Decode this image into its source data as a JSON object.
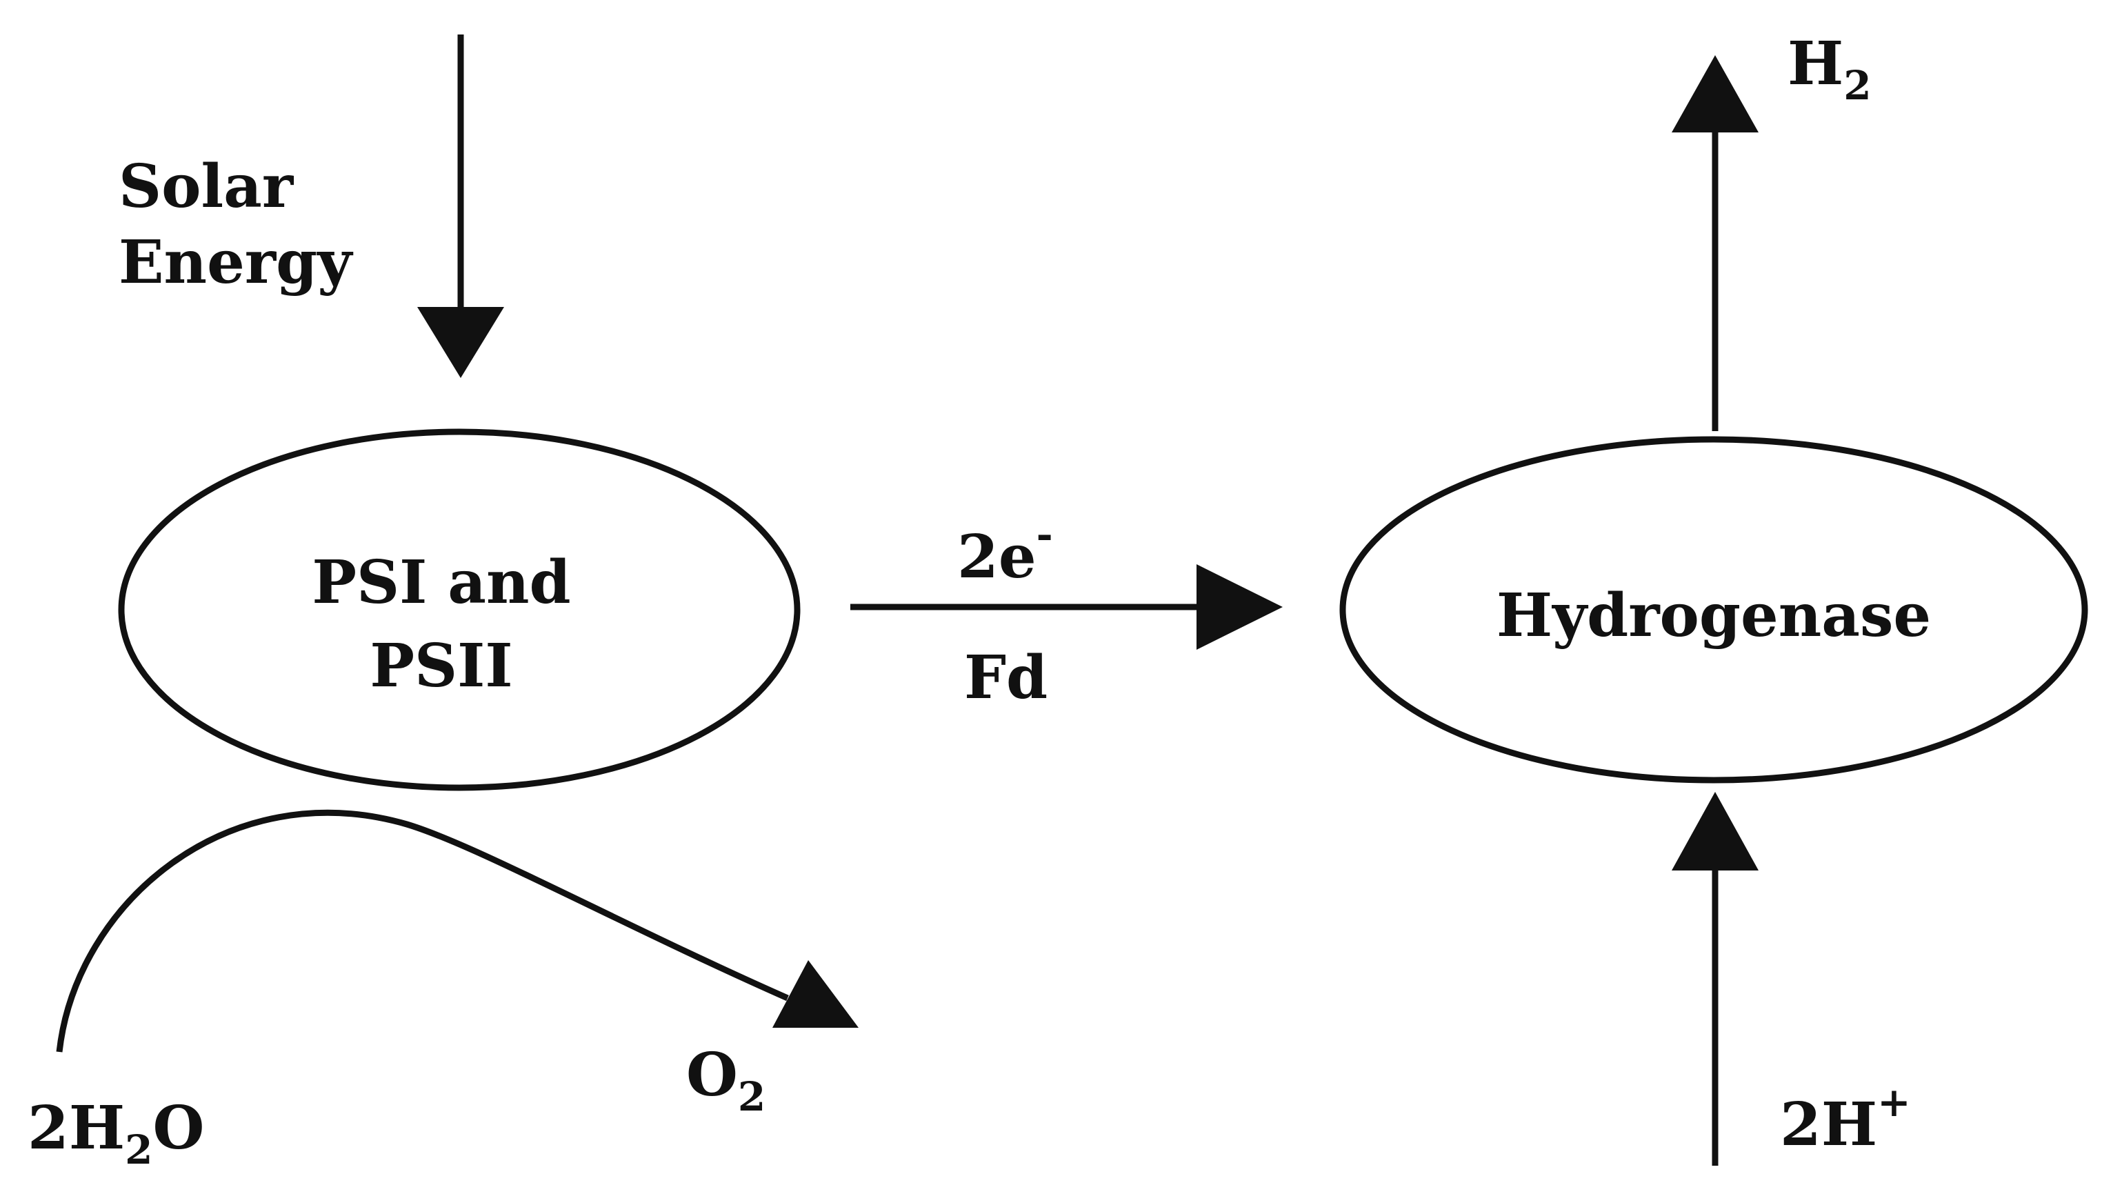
{
  "inputs": {
    "energy_line1": "Solar",
    "energy_line2": "Energy"
  },
  "photosystems": {
    "line1": "PSI and",
    "line2": "PSII"
  },
  "electron_transfer": {
    "electrons_base": "2e",
    "electrons_sup": "-",
    "carrier": "Fd"
  },
  "enzyme": {
    "label": "Hydrogenase"
  },
  "water": {
    "prefix": "2H",
    "sub": "2",
    "suffix": "O"
  },
  "oxygen": {
    "base": "O",
    "sub": "2"
  },
  "hydrogen_gas": {
    "base": "H",
    "sub": "2"
  },
  "protons": {
    "base": "2H",
    "sup": "+"
  }
}
